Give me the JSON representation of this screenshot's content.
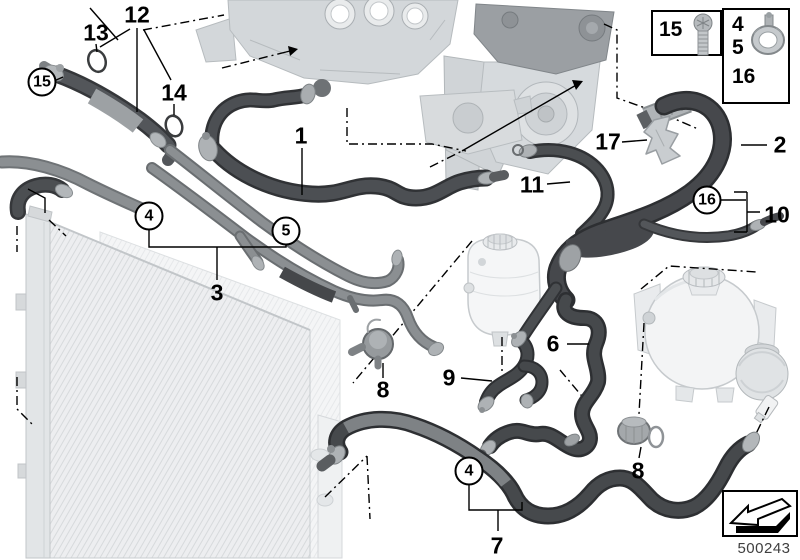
{
  "diagram": {
    "subject": "Cooling system coolant hoses parts diagram",
    "part_number": "500243"
  },
  "legend": {
    "screw_label": "15",
    "clamp_label_1": "4",
    "clamp_label_2": "5",
    "clamp_label_3": "16",
    "screw_icon": "torx-screw-icon",
    "clamp_icon": "hose-clamp-icon"
  },
  "direction_box": {
    "icon": "front-direction-arrow-icon"
  },
  "callouts": [
    {
      "id": "12",
      "label": "12",
      "circled": false
    },
    {
      "id": "13",
      "label": "13",
      "circled": false
    },
    {
      "id": "15-hose",
      "label": "15",
      "circled": true
    },
    {
      "id": "14",
      "label": "14",
      "circled": false
    },
    {
      "id": "1",
      "label": "1",
      "circled": false
    },
    {
      "id": "2",
      "label": "2",
      "circled": false
    },
    {
      "id": "17",
      "label": "17",
      "circled": false
    },
    {
      "id": "11",
      "label": "11",
      "circled": false
    },
    {
      "id": "16-clamp",
      "label": "16",
      "circled": true
    },
    {
      "id": "10",
      "label": "10",
      "circled": false
    },
    {
      "id": "4-upper",
      "label": "4",
      "circled": true
    },
    {
      "id": "5",
      "label": "5",
      "circled": true
    },
    {
      "id": "3",
      "label": "3",
      "circled": false
    },
    {
      "id": "8-thermostat",
      "label": "8",
      "circled": false
    },
    {
      "id": "9",
      "label": "9",
      "circled": false
    },
    {
      "id": "6",
      "label": "6",
      "circled": false
    },
    {
      "id": "4-lower",
      "label": "4",
      "circled": true
    },
    {
      "id": "7",
      "label": "7",
      "circled": false
    },
    {
      "id": "8-cap",
      "label": "8",
      "circled": false
    }
  ],
  "colors": {
    "hose_dark": "#46494c",
    "hose_mid": "#8b8f92",
    "metal_light": "#d3d7da",
    "radiator_fill": "#edeef0",
    "line": "#000000",
    "part_number_text": "#3f3f3f"
  }
}
